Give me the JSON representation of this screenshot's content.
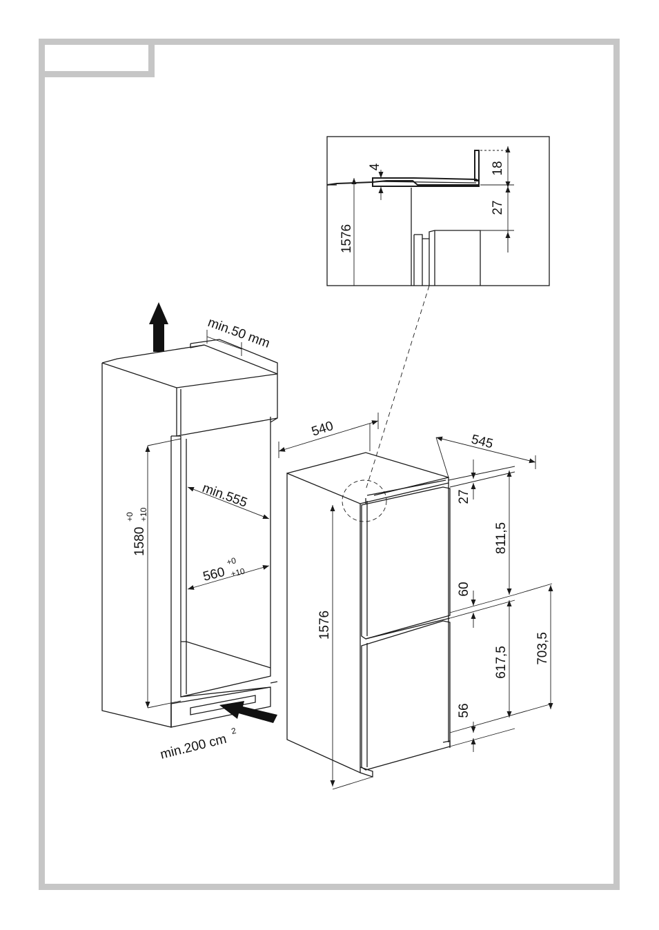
{
  "labels": {
    "detail_4": "4",
    "detail_18": "18",
    "detail_27": "27",
    "detail_1576": "1576",
    "min_50": "min.50 mm",
    "dim_540": "540",
    "dim_545": "545",
    "min_555": "min.555",
    "dim_560": "560",
    "tol_560_a": "+0",
    "tol_560_b": "+10",
    "dim_1580": "1580",
    "tol_1580_a": "+0",
    "tol_1580_b": "+10",
    "dim_1576": "1576",
    "right_27": "27",
    "right_8115": "811,5",
    "right_60": "60",
    "right_6175": "617,5",
    "right_56": "56",
    "right_7035": "703,5",
    "min_200": "min.200 cm",
    "min_200_sup": "2"
  }
}
